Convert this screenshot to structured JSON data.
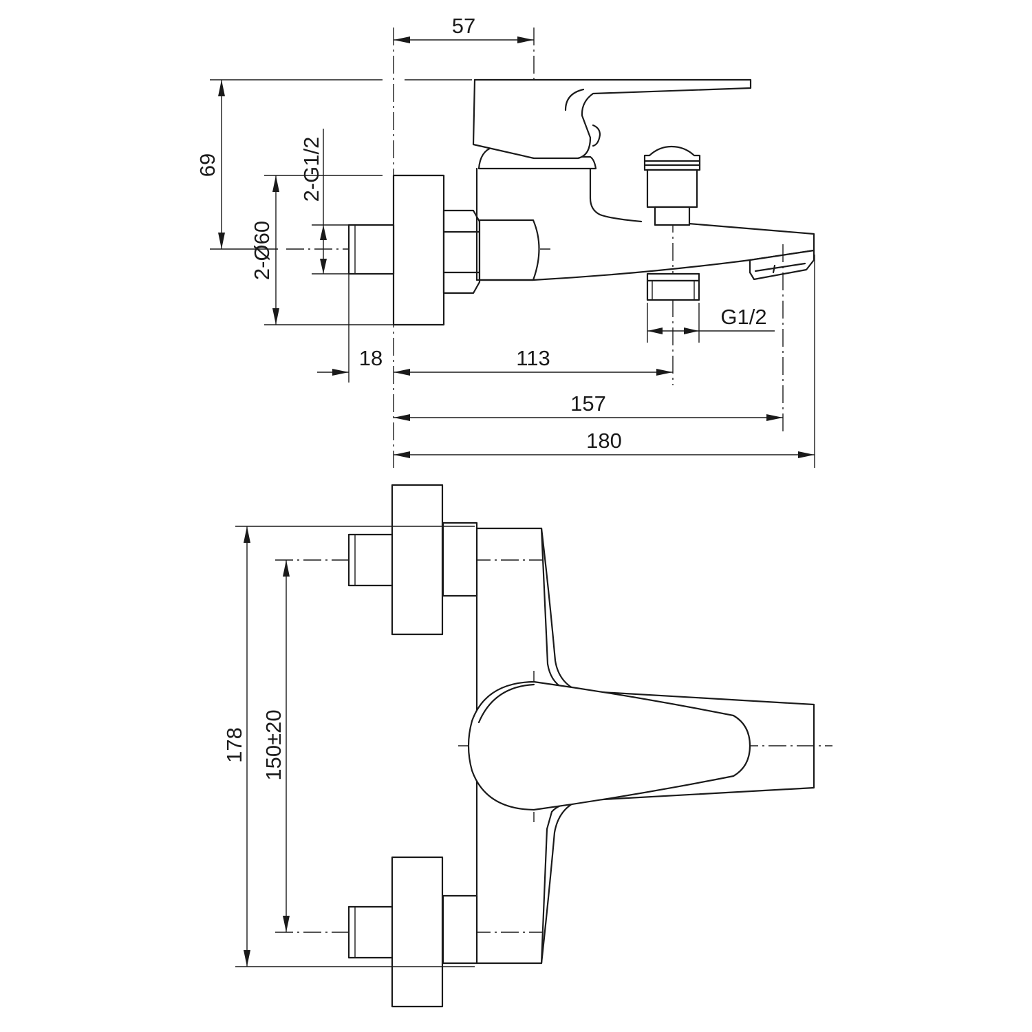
{
  "dimensions": {
    "top_width": "57",
    "total_height": "69",
    "connection_thread": "2-G1/2",
    "flange_diameter": "2-Ø60",
    "nipple_length": "18",
    "outlet_offset": "113",
    "outlet_thread": "G1/2",
    "spout_length": "157",
    "overall_length": "180",
    "overall_width": "178",
    "center_distance": "150±20"
  },
  "colors": {
    "line": "#1a1a1a",
    "background": "#ffffff"
  }
}
